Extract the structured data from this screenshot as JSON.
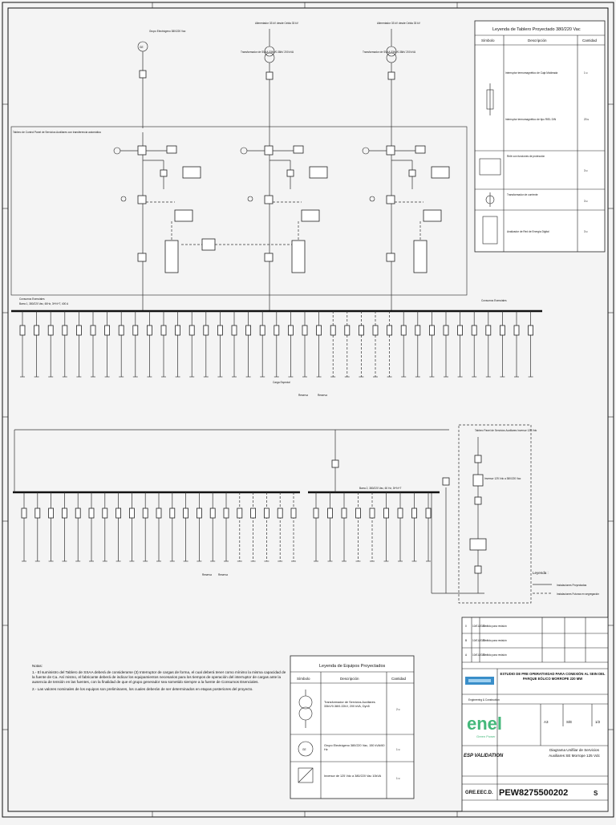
{
  "legend_tableros": {
    "title": "Leyenda de Tablero Proyectado 380/220 Vac",
    "col_symbol": "Símbolo",
    "col_desc": "Descripción",
    "col_qty": "Cantidad",
    "rows": [
      {
        "desc": "Interruptor termomagnético de Caja Moldeada",
        "qty": "1 u"
      },
      {
        "desc": "Interruptor termomagnético de tipo RIEL DIN",
        "qty": "20 u"
      },
      {
        "desc": "Relé con funciones de protección",
        "qty": "3 u"
      },
      {
        "desc": "Transformador de corriente",
        "qty": "3 u"
      },
      {
        "desc": "Analizador de Red de Energía Digital",
        "qty": "3 u"
      }
    ]
  },
  "legend_equipos": {
    "title": "Leyenda de Equipos Proyectados",
    "col_symbol": "Símbolo",
    "col_desc": "Descripción",
    "col_qty": "Cantidad",
    "rows": [
      {
        "desc": "Transformador de Servicios Auxiliares 33kV/0.38/0.22kV, 200 kVA, Dyn5",
        "qty": "2 u"
      },
      {
        "desc": "Grupo Electrógeno 380/220 Vac, 150 kVA/60 Hz",
        "qty": "1 u"
      },
      {
        "desc": "Inversor de 125 Vdc a 380/220 Vac 10kVA",
        "qty": "1 u"
      }
    ]
  },
  "leyenda": {
    "title": "Leyenda :",
    "items": [
      "Instalaciones Proyectadas",
      "Instalaciones Futuras en segregación"
    ]
  },
  "notas": {
    "title": "Notas:",
    "items": [
      "1.- El suministro del Tablero de SSAA deberá de considerarse (3) Interruptor de cargas de forma, el cual deberá tener como mínimo la misma capacidad de la fuente de Ca. Así mismo, el fabricante deberá de indicar los equipamientos necesarios para los tiempos de operación del interruptor de cargas ante la ausencia de tensión en las fuentes, con la finalidad de que el grupo generador sea sometido siempre a la fuente de Consumos Esenciales.",
      "2.- Las valores nominales de los equipos son preliminares, los cuales deberán de ser determinados en etapas posteriores del proyecto."
    ]
  },
  "diagram": {
    "grupo_electrogeno": "Grupo Electrógeno 380/220 Vac",
    "alim1": "Alimentador 33 kV desde Celda 33 kV",
    "alim2": "Alimentador 33 kV desde Celda 33 kV",
    "trafo1": "Transformador de SSAA 33kV/0.38kV 200 kVA",
    "trafo2": "Transformador de SSAA 33kV/0.38kV 200 kVA",
    "tablero_control": "Tablero de Control Panel de Servicios Auxiliares con transferencia automática",
    "bus_main": "Barra 1, 380/220 Vac, 60Hz, 3f+N+T, 400 A",
    "bus_secondary": "Barra 2, 380/220 Vac, 60 Hz, 3f+N+T",
    "bus_essential": "Consumos Esenciales",
    "bus_essential_right": "Consumos Esenciales",
    "panel_inversor": "Tablero Panel de Servicios Auxiliares Inversor 125 Vdc",
    "inversor": "Inversor 125 Vdc a 380/220 Vac",
    "carga_especial": "Carga Especial",
    "reserva": "Reserva"
  },
  "title_block": {
    "revisions": [
      {
        "rev": "0",
        "date": "10/01/2023",
        "desc": "Emitido para revisión"
      },
      {
        "rev": "B",
        "date": "10/01/2023",
        "desc": "Emitido para revisión"
      },
      {
        "rev": "A",
        "date": "10/01/2023",
        "desc": "Emitido para revisión"
      }
    ],
    "project": "ESTUDIO DE PRE OPERATIVIDAD PARA CONEXIÓN AL SEIN DEL PARQUE EÓLICO MORROPE 220 MW",
    "title": "Diagrama Unifilar de Servicios Auxiliares SE Morrope 125 Vdc",
    "company": "enel",
    "company_sub": "Green Power",
    "engineering": "Engineering & Construction",
    "esp_validation": "ESP VALIDATION",
    "format": "A3",
    "scale": "S/E",
    "sheet": "1/2",
    "doc_code": "PEW8275500202",
    "doc_prefix": "GRE.EEC.D.",
    "doc_suffix": "S"
  }
}
